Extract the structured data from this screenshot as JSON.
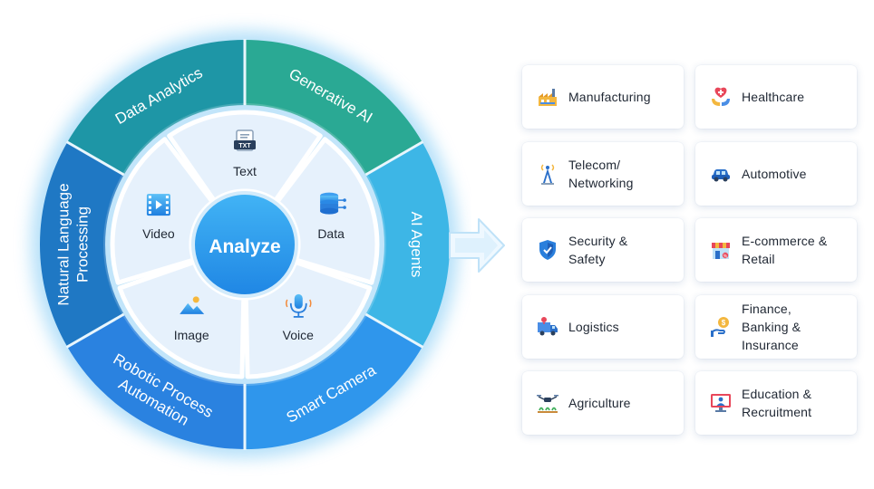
{
  "center": {
    "label": "Analyze"
  },
  "inner_segments": [
    {
      "label": "Text",
      "icon": "txt-file-icon"
    },
    {
      "label": "Data",
      "icon": "database-icon"
    },
    {
      "label": "Voice",
      "icon": "microphone-icon"
    },
    {
      "label": "Image",
      "icon": "image-icon"
    },
    {
      "label": "Video",
      "icon": "video-icon"
    }
  ],
  "outer_ring": [
    {
      "label": "Generative AI",
      "color": "#2aa994"
    },
    {
      "label": "AI Agents",
      "color": "#3db6e6"
    },
    {
      "label": "Smart Camera",
      "color": "#2f96ec"
    },
    {
      "label": "Robotic Process",
      "label2": "Automation",
      "color": "#2a82e0"
    },
    {
      "label": "Natural Language",
      "label2": "Processing",
      "color": "#1f78c4"
    },
    {
      "label": "Data Analytics",
      "color": "#1e96a6"
    }
  ],
  "industries": [
    {
      "label": "Manufacturing",
      "icon": "factory-icon"
    },
    {
      "label": "Healthcare",
      "icon": "medical-hands-icon"
    },
    {
      "label": "Telecom/\nNetworking",
      "icon": "tower-icon"
    },
    {
      "label": "Automotive",
      "icon": "car-icon"
    },
    {
      "label": "Security &\nSafety",
      "icon": "shield-icon"
    },
    {
      "label": "E-commerce &\nRetail",
      "icon": "store-icon"
    },
    {
      "label": "Logistics",
      "icon": "truck-icon"
    },
    {
      "label": "Finance,\nBanking &\nInsurance",
      "icon": "coin-hand-icon"
    },
    {
      "label": "Agriculture",
      "icon": "drone-icon"
    },
    {
      "label": "Education &\nRecruitment",
      "icon": "monitor-person-icon"
    }
  ]
}
